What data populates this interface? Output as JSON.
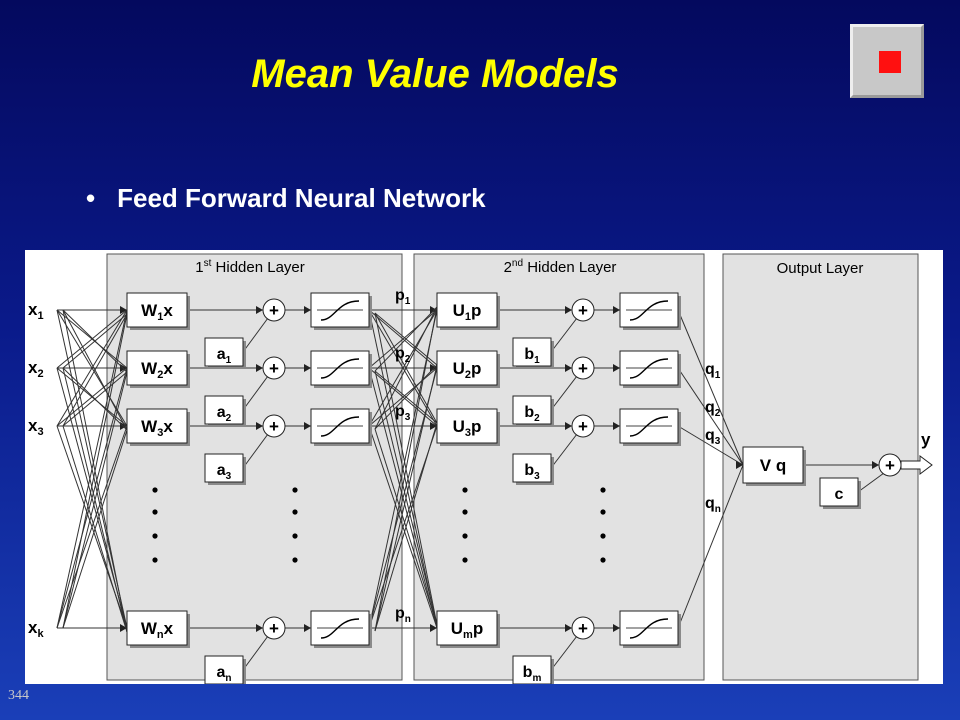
{
  "slide": {
    "title": "Mean Value Models",
    "bullet": "Feed Forward Neural Network",
    "page_number": "344",
    "nav_icon": "stop-square-icon"
  },
  "colors": {
    "title": "#ffff00",
    "background": "#0a1a8a",
    "panel": "#e4e4e4",
    "stop_square": "#ff1010"
  },
  "diagram": {
    "hidden1": {
      "pre": "1",
      "sup": "st",
      "post": " Hidden Layer"
    },
    "hidden2": {
      "pre": "2",
      "sup": "nd",
      "post": " Hidden Layer"
    },
    "output_title": "Output Layer",
    "inputs": [
      {
        "b": "x",
        "s": "1"
      },
      {
        "b": "x",
        "s": "2"
      },
      {
        "b": "x",
        "s": "3"
      },
      {
        "b": "x",
        "s": "k"
      }
    ],
    "w_blocks": [
      {
        "b": "W",
        "s": "1",
        "t": "x"
      },
      {
        "b": "W",
        "s": "2",
        "t": "x"
      },
      {
        "b": "W",
        "s": "3",
        "t": "x"
      },
      {
        "b": "W",
        "s": "n",
        "t": "x"
      }
    ],
    "a_blocks": [
      {
        "b": "a",
        "s": "1"
      },
      {
        "b": "a",
        "s": "2"
      },
      {
        "b": "a",
        "s": "3"
      },
      {
        "b": "a",
        "s": "n"
      }
    ],
    "p_labels": [
      {
        "b": "p",
        "s": "1"
      },
      {
        "b": "p",
        "s": "2"
      },
      {
        "b": "p",
        "s": "3"
      },
      {
        "b": "p",
        "s": "n"
      }
    ],
    "u_blocks": [
      {
        "b": "U",
        "s": "1",
        "t": "p"
      },
      {
        "b": "U",
        "s": "2",
        "t": "p"
      },
      {
        "b": "U",
        "s": "3",
        "t": "p"
      },
      {
        "b": "U",
        "s": "m",
        "t": "p"
      }
    ],
    "b_blocks": [
      {
        "b": "b",
        "s": "1"
      },
      {
        "b": "b",
        "s": "2"
      },
      {
        "b": "b",
        "s": "3"
      },
      {
        "b": "b",
        "s": "m"
      }
    ],
    "q_labels": [
      {
        "b": "q",
        "s": "1"
      },
      {
        "b": "q",
        "s": "2"
      },
      {
        "b": "q",
        "s": "3"
      },
      {
        "b": "q",
        "s": "n"
      }
    ],
    "sum_symbol": "+",
    "vq_label": "V q",
    "c_label": "c",
    "y_label": "y"
  }
}
